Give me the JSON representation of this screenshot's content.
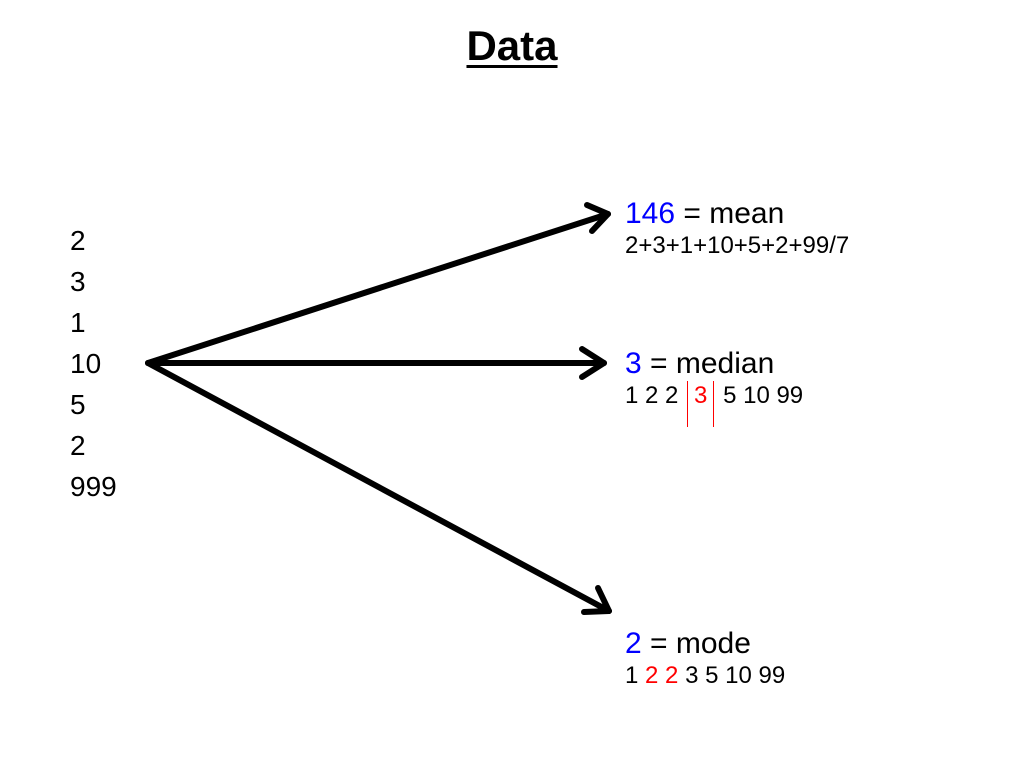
{
  "title": "Data",
  "data_values": [
    "2",
    "3",
    "1",
    "10",
    "5",
    "2",
    "999"
  ],
  "mean": {
    "value": "146",
    "label": " = mean",
    "formula": "2+3+1+10+5+2+99/7"
  },
  "median": {
    "value": "3",
    "label": " = median",
    "sorted_before": "1 2 2 ",
    "middle": "3",
    "sorted_after": " 5 10 99"
  },
  "mode": {
    "value": "2",
    "label": " = mode",
    "sorted_start": "1 ",
    "repeat_1": "2",
    "repeat_2": "2",
    "sorted_rest": " 3 5 10 99"
  },
  "colors": {
    "value_color": "#0000ff",
    "highlight_color": "#ff0000",
    "arrow_color": "#000000"
  }
}
